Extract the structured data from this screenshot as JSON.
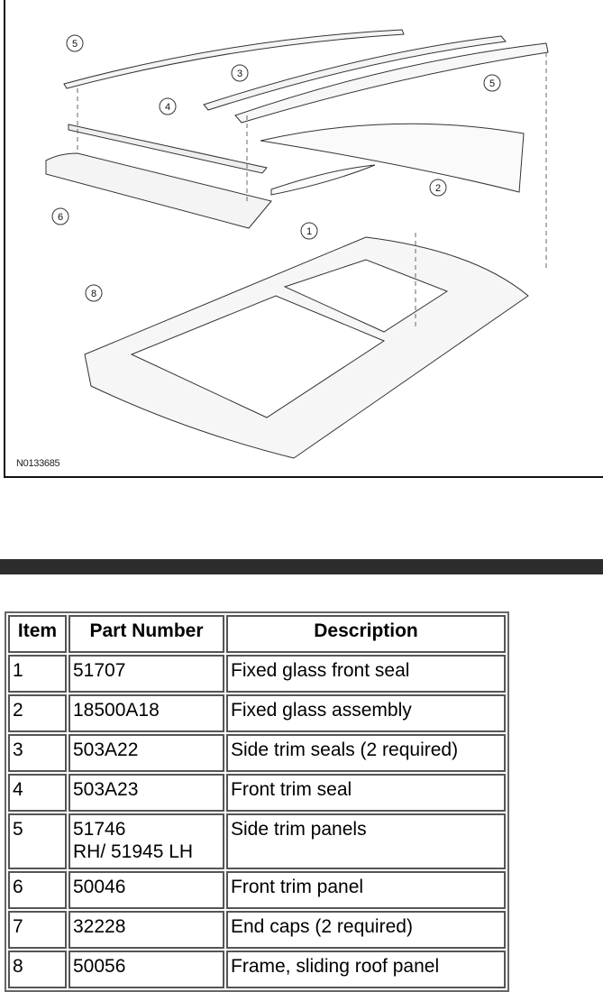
{
  "figure": {
    "id": "N0133685",
    "callouts": [
      "1",
      "2",
      "3",
      "4",
      "5",
      "5",
      "6",
      "8"
    ]
  },
  "table": {
    "headers": [
      "Item",
      "Part Number",
      "Description"
    ],
    "rows": [
      {
        "item": "1",
        "part": "51707",
        "desc": "Fixed glass front seal"
      },
      {
        "item": "2",
        "part": "18500A18",
        "desc": "Fixed glass assembly"
      },
      {
        "item": "3",
        "part": "503A22",
        "desc": "Side trim seals (2 required)"
      },
      {
        "item": "4",
        "part": "503A23",
        "desc": "Front trim seal"
      },
      {
        "item": "5",
        "part": "51746",
        "part2": "RH/ 51945 LH",
        "desc": "Side trim panels"
      },
      {
        "item": "6",
        "part": "50046",
        "desc": "Front trim panel"
      },
      {
        "item": "7",
        "part": "32228",
        "desc": "End caps (2 required)"
      },
      {
        "item": "8",
        "part": "50056",
        "desc": "Frame, sliding roof panel"
      }
    ]
  }
}
